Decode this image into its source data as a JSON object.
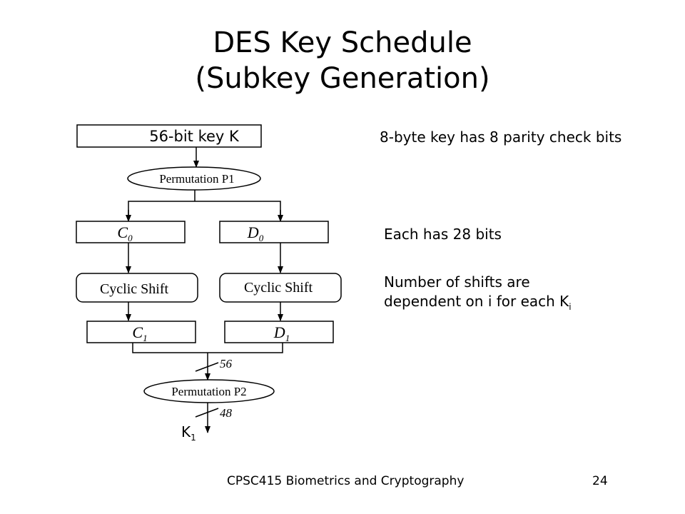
{
  "slide": {
    "title_line1": "DES Key Schedule",
    "title_line2": "(Subkey Generation)",
    "footer_course": "CPSC415 Biometrics and Cryptography",
    "page_number": "24"
  },
  "diagram": {
    "key_box": "56-bit key K",
    "permutation_p1": "Permutation P1",
    "c0": {
      "base": "C",
      "sub": "0"
    },
    "d0": {
      "base": "D",
      "sub": "0"
    },
    "shift_left": "Cyclic Shift",
    "shift_right": "Cyclic Shift",
    "c1": {
      "base": "C",
      "sub": "1"
    },
    "d1": {
      "base": "D",
      "sub": "1"
    },
    "bits_in": "56",
    "permutation_p2": "Permutation P2",
    "bits_out": "48",
    "output": {
      "base": "K",
      "sub": "1"
    }
  },
  "notes": {
    "parity": "8-byte key has 8 parity check bits",
    "bits": "Each has 28 bits",
    "shifts_line1": "Number of shifts are",
    "shifts_line2_prefix": "dependent on i for each K",
    "shifts_line2_sub": "i"
  },
  "colors": {
    "ink": "#000000",
    "background": "#ffffff"
  }
}
